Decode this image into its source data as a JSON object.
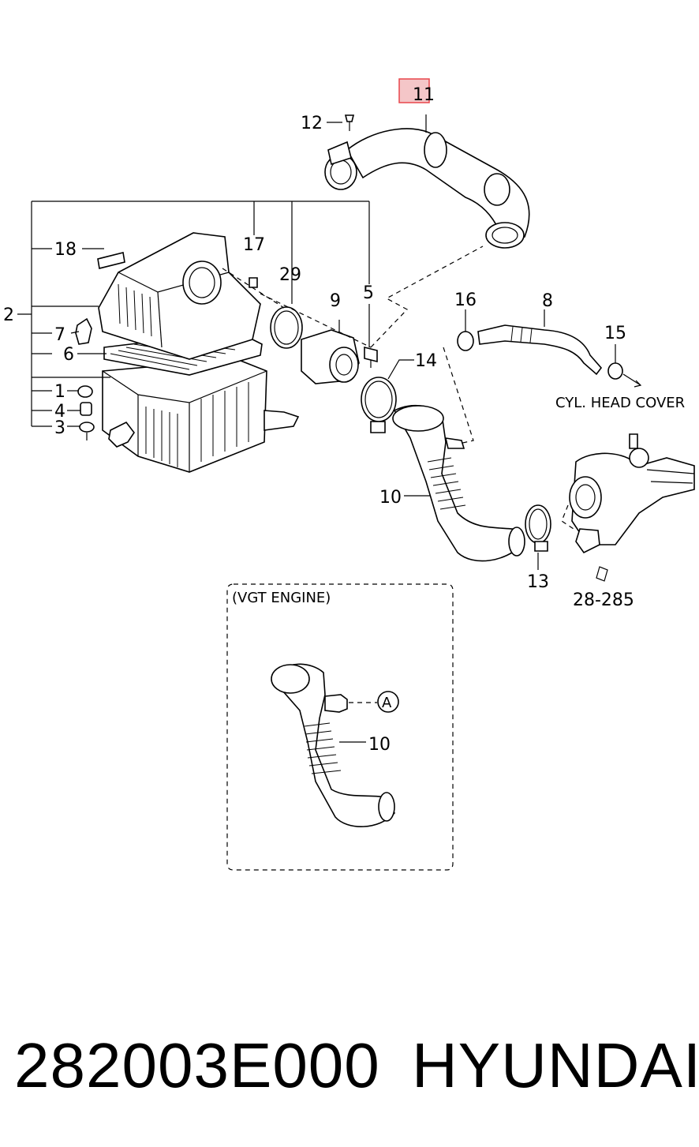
{
  "callouts": {
    "c1": "1",
    "c2": "2",
    "c3": "3",
    "c4": "4",
    "c5": "5",
    "c6": "6",
    "c7": "7",
    "c8": "8",
    "c9": "9",
    "c10": "10",
    "c10b": "10",
    "c11": "11",
    "c12": "12",
    "c13": "13",
    "c14": "14",
    "c15": "15",
    "c16": "16",
    "c17": "17",
    "c18": "18",
    "c29": "29",
    "ref": "28-285",
    "circleA": "A"
  },
  "notes": {
    "cyl_head_cover": "CYL. HEAD COVER",
    "vgt_engine": "(VGT ENGINE)"
  },
  "footer": {
    "part_number": "282003E000",
    "brand": "HYUNDAI"
  },
  "highlight_color": "#e8474c"
}
